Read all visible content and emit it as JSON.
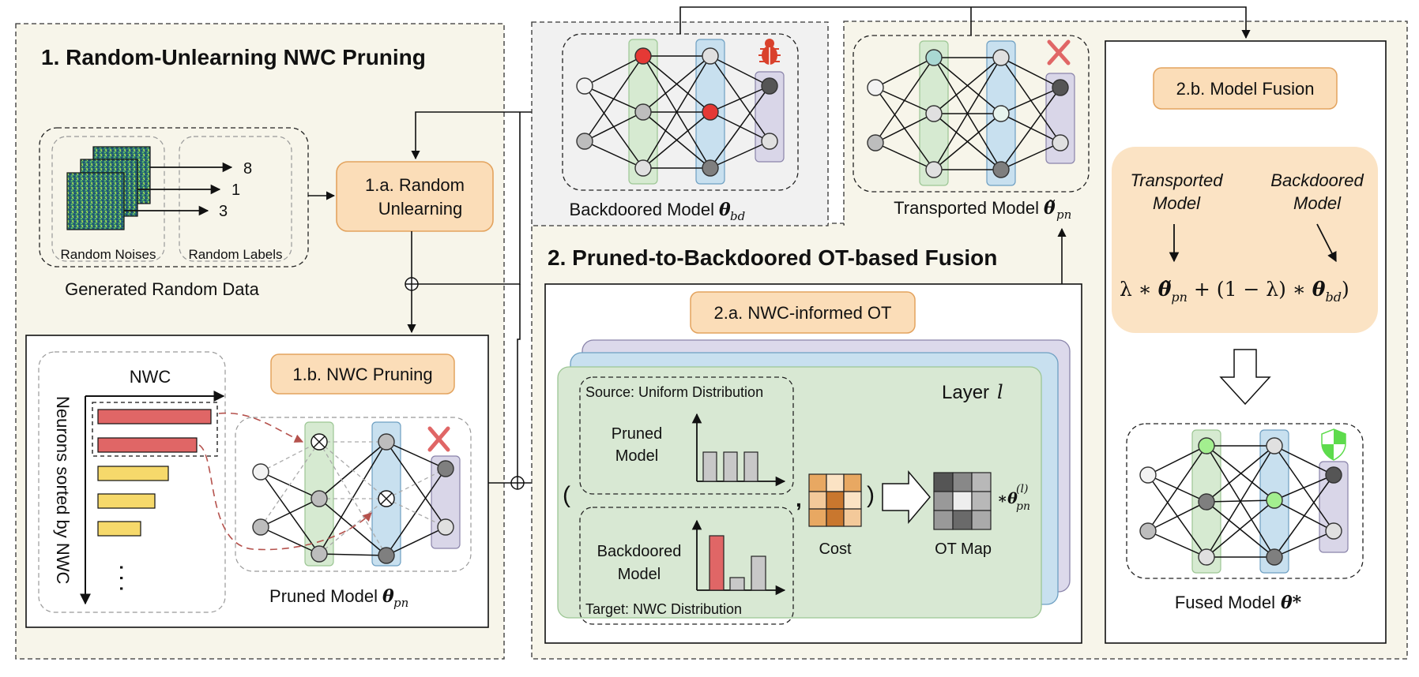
{
  "section1": {
    "title": "1. Random-Unlearning NWC Pruning",
    "random_noises": "Random Noises",
    "random_labels": "Random Labels",
    "labels": [
      "8",
      "1",
      "3"
    ],
    "generated_data": "Generated Random Data",
    "random_unlearning_line1": "1.a. Random",
    "random_unlearning_line2": "Unlearning",
    "nwc_pruning": "1.b. NWC Pruning",
    "nwc_axis": "NWC",
    "neurons_axis": "Neurons sorted by NWC",
    "ellipsis": "· · ·",
    "pruned_model": "Pruned Model",
    "pruned_symbol": "θ",
    "pruned_sub": "pn"
  },
  "backdoored": {
    "label": "Backdoored Model",
    "symbol": "θ",
    "sub": "bd"
  },
  "transported": {
    "label": "Transported Model",
    "symbol": "θ̃",
    "sub": "pn"
  },
  "section2": {
    "title": "2. Pruned-to-Backdoored OT-based Fusion",
    "nwc_ot": "2.a. NWC-informed OT",
    "layer_label": "Layer",
    "layer_var": "l",
    "source_title": "Source: Uniform Distribution",
    "pruned_line1": "Pruned",
    "pruned_line2": "Model",
    "backdoored_line1": "Backdoored",
    "backdoored_line2": "Model",
    "target_title": "Target: NWC Distribution",
    "open_paren": "(",
    "comma": ",",
    "close_paren": ")",
    "cost": "Cost",
    "ot_map": "OT Map",
    "mult_symbol": "∗θ",
    "mult_sub": "pn",
    "mult_sup": "(l)"
  },
  "fusion": {
    "title": "2.b. Model Fusion",
    "transported_line1": "Transported",
    "transported_line2": "Model",
    "backdoored_line1": "Backdoored",
    "backdoored_line2": "Model",
    "formula": {
      "lambda": "λ ∗ ",
      "theta1": "θ̃",
      "sub1": "pn",
      "plus": " + (1 − λ) ∗ ",
      "theta2": "θ",
      "sub2": "bd",
      "close": ")"
    },
    "fused_label": "Fused Model",
    "fused_symbol": "θ*"
  },
  "colors": {
    "section_bg": "#f7f5ea",
    "orange_fill": "#fbddb8",
    "orange_stroke": "#e3a35e",
    "green_col": "#d6ead1",
    "blue_col": "#c8e0ef",
    "purple_col": "#d9d6e8",
    "red_bar": "#e06666",
    "yellow_bar": "#f6d96b",
    "bug": "#d9412c",
    "shield": "#5ddb4c"
  }
}
